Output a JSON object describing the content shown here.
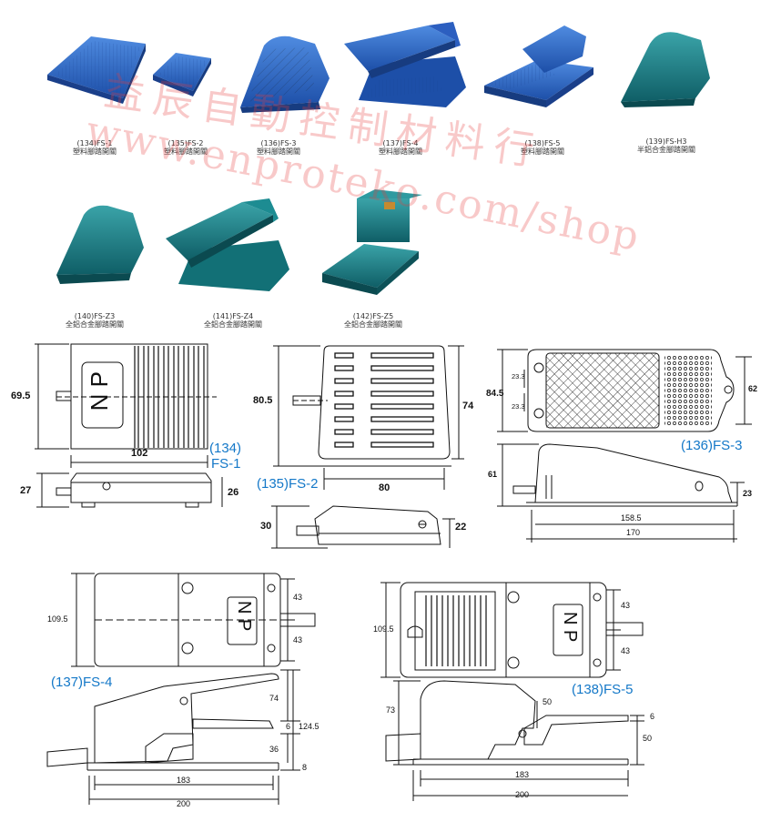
{
  "colors": {
    "product_blue": "#2a66c8",
    "product_teal": "#157f86",
    "label_blue": "#1478c8",
    "watermark": "#e03c3c"
  },
  "products": [
    {
      "caption_line1": "(134)FS-1",
      "caption_line2": "塑料腳踏開關"
    },
    {
      "caption_line1": "(135)FS-2",
      "caption_line2": "塑料腳踏開關"
    },
    {
      "caption_line1": "(136)FS-3",
      "caption_line2": "塑料腳踏開關"
    },
    {
      "caption_line1": "(137)FS-4",
      "caption_line2": "塑料腳踏開關"
    },
    {
      "caption_line1": "(138)FS-5",
      "caption_line2": "塑料腳踏開關"
    },
    {
      "caption_line1": "(139)FS-H3",
      "caption_line2": "半鋁合金腳踏開關"
    },
    {
      "caption_line1": "(140)FS-Z3",
      "caption_line2": "全鋁合金腳踏開關"
    },
    {
      "caption_line1": "(141)FS-Z4",
      "caption_line2": "全鋁合金腳踏開關"
    },
    {
      "caption_line1": "(142)FS-Z5",
      "caption_line2": "全鋁合金腳踏開關"
    }
  ],
  "watermark": {
    "line1": "益辰自動控制材料行",
    "line2": "www.enproteko.com/shop"
  },
  "drawings": {
    "fs1": {
      "label_num": "(134)",
      "label_model": "FS-1",
      "height": "69.5",
      "width": "102",
      "side_h1": "27",
      "side_h2": "26",
      "plate_text": "N P"
    },
    "fs2": {
      "label": "(135)FS-2",
      "height": "80.5",
      "inner_h": "74",
      "width": "80",
      "side_h1": "30",
      "side_h2": "22"
    },
    "fs3": {
      "label": "(136)FS-3",
      "height": "84.5",
      "right_h": "62",
      "small_a": "23.3",
      "small_b": "23.3",
      "side_h": "61",
      "side_low": "23",
      "inner_w": "158.5",
      "width": "170"
    },
    "fs4": {
      "label": "(137)FS-4",
      "height": "109.5",
      "half_a": "43",
      "half_b": "43",
      "pedal_h": "74",
      "step": "6",
      "total_h": "124.5",
      "low_h": "36",
      "base_h": "8",
      "inner_w": "183",
      "width": "200",
      "plate_text": "N P"
    },
    "fs5": {
      "label": "(138)FS-5",
      "height": "109.5",
      "half_a": "43",
      "half_b": "43",
      "side_h": "73",
      "cover_h": "50",
      "step": "6",
      "right_h": "50",
      "inner_w": "183",
      "width": "200",
      "plate_text": "N P"
    }
  }
}
